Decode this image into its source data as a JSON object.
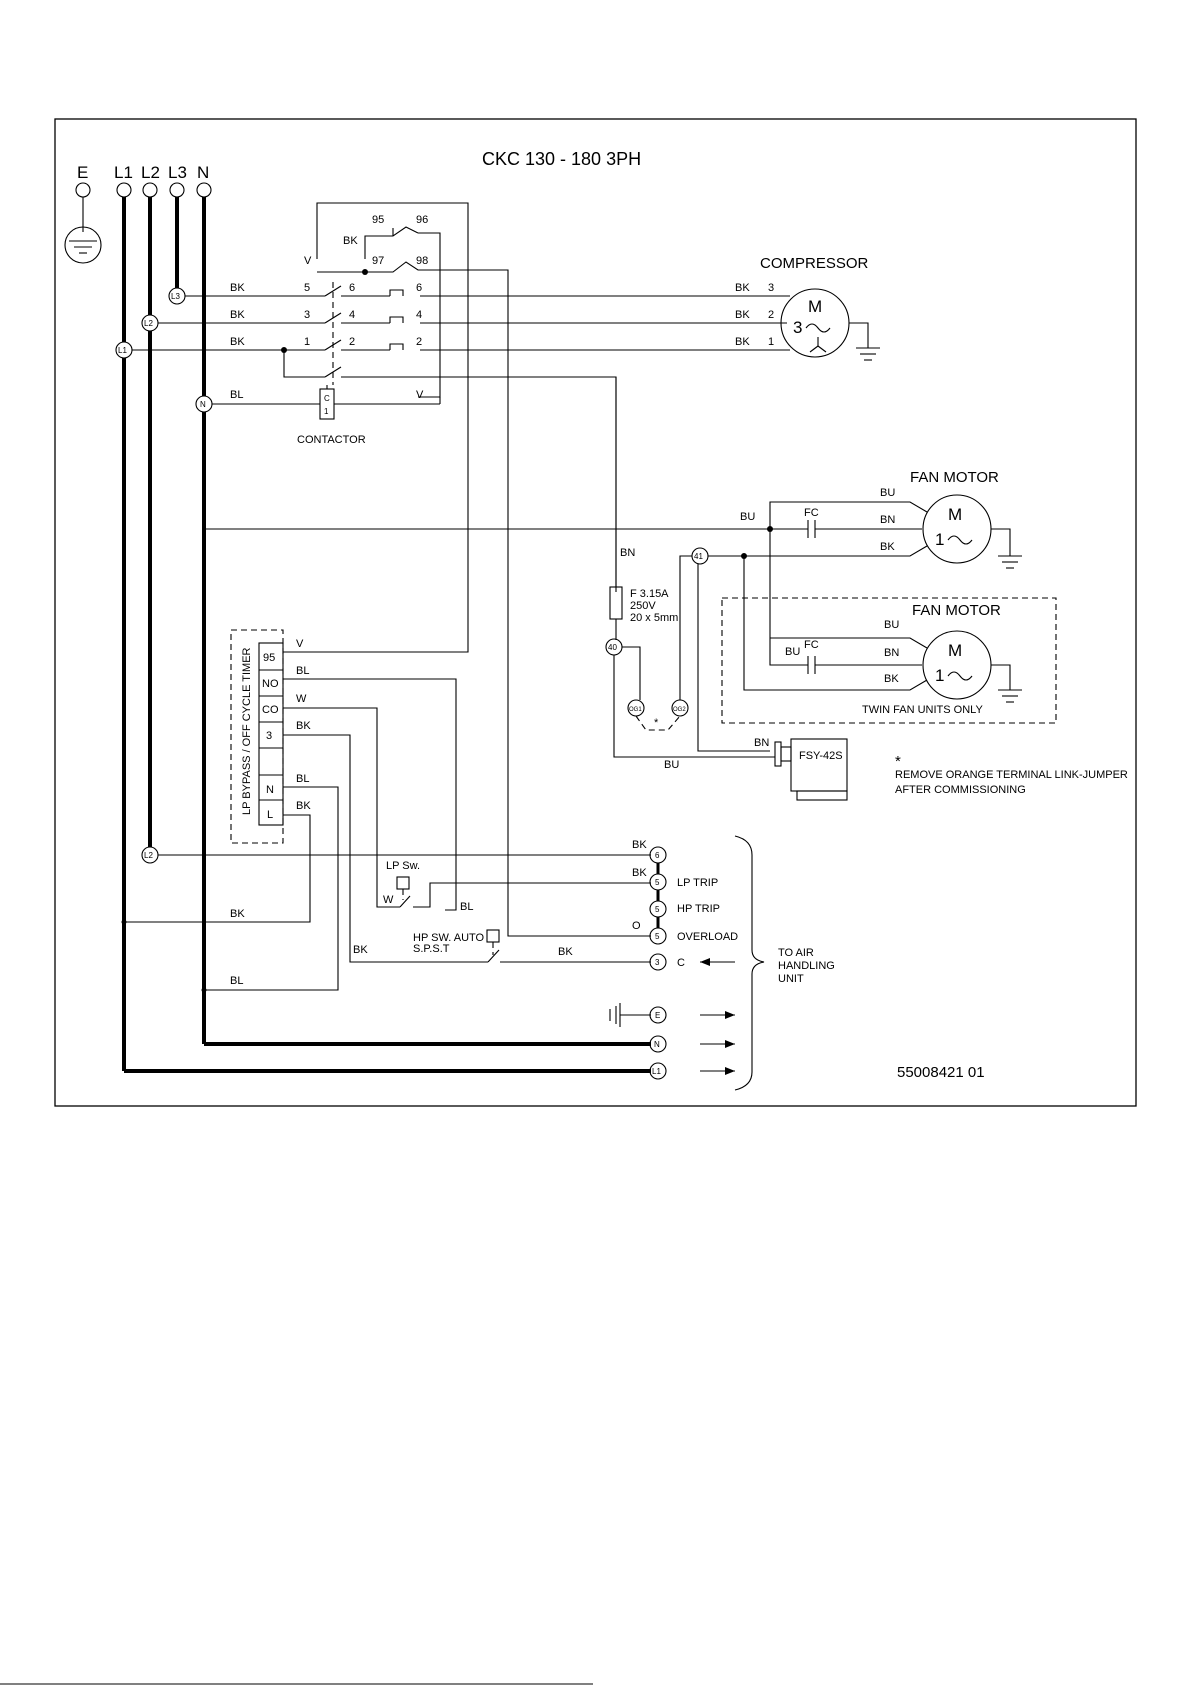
{
  "title": "CKC 130 - 180 3PH",
  "drawing_number": "55008421  01",
  "supply": {
    "labels": [
      "E",
      "L1",
      "L2",
      "L3",
      "N"
    ]
  },
  "wire_colors": {
    "bk": "BK",
    "bl": "BL",
    "v": "V",
    "bu": "BU",
    "bn": "BN",
    "w": "W",
    "o": "O"
  },
  "contactor": {
    "label": "CONTACTOR",
    "coil": [
      "C",
      "1"
    ],
    "overload_terminals": [
      "95",
      "96",
      "97",
      "98"
    ],
    "line_terminals": [
      "5",
      "3",
      "1"
    ],
    "load_terminals": [
      "6",
      "4",
      "2"
    ],
    "out_terminals": [
      "6",
      "4",
      "2"
    ]
  },
  "compressor": {
    "title": "COMPRESSOR",
    "m": "M",
    "phase": "3",
    "terminals": [
      "3",
      "2",
      "1"
    ]
  },
  "fan_motor_1": {
    "title": "FAN MOTOR",
    "capacitor": "FC",
    "m": "M",
    "phase": "1"
  },
  "fan_motor_2": {
    "title": "FAN MOTOR",
    "capacitor": "FC",
    "m": "M",
    "phase": "1",
    "note": "TWIN FAN UNITS ONLY"
  },
  "fuse": {
    "line1": "F 3.15A",
    "line2": "250V",
    "line3": "20 x 5mm"
  },
  "terminals": {
    "t40": "40",
    "t41": "41",
    "og1": "OG1",
    "og2": "OG2"
  },
  "sensor": {
    "label": "FSY-42S"
  },
  "jumper_note": {
    "star": "*",
    "line1": "REMOVE ORANGE TERMINAL LINK-JUMPER",
    "line2": "AFTER COMMISSIONING"
  },
  "timer": {
    "label": "LP BYPASS / OFF CYCLE TIMER",
    "terminals": [
      "95",
      "NO",
      "CO",
      "3",
      "N",
      "L"
    ]
  },
  "lp_switch": {
    "label": "LP Sw."
  },
  "hp_switch": {
    "line1": "HP SW. AUTO",
    "line2": "S.P.S.T"
  },
  "ahu": {
    "terminals": [
      "6",
      "5",
      "5",
      "5",
      "3",
      "E",
      "N",
      "L1"
    ],
    "labels": [
      "LP TRIP",
      "HP TRIP",
      "OVERLOAD",
      "C"
    ],
    "title": [
      "TO AIR",
      "HANDLING",
      "UNIT"
    ]
  }
}
